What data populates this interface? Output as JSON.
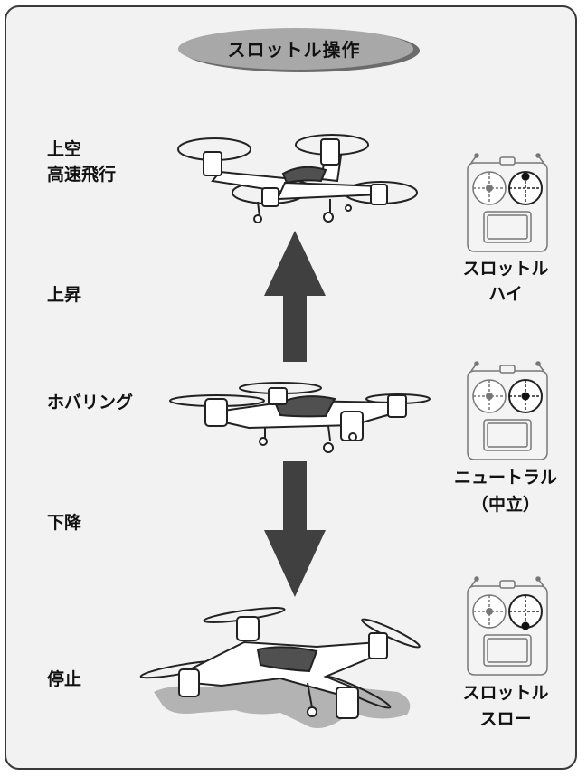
{
  "title": "スロットル操作",
  "left_labels": {
    "top_line1": "上空",
    "top_line2": "高速飛行",
    "ascend": "上昇",
    "hover": "ホバリング",
    "descend": "下降",
    "stop": "停止"
  },
  "right_labels": {
    "high_line1": "スロットル",
    "high_line2": "ハイ",
    "neutral_line1": "ニュートラル",
    "neutral_line2": "（中立）",
    "low_line1": "スロットル",
    "low_line2": "スロー"
  },
  "colors": {
    "panel_bg": "#f2f2f2",
    "pill_fill": "#a8a8a8",
    "pill_shadow": "#6b6b6b",
    "arrow": "#404040",
    "drone_body": "#ffffff",
    "drone_cover": "#505050",
    "shadow": "#b3b3b3"
  },
  "transmitter_states": [
    {
      "state": "high",
      "throttle_stick": "up"
    },
    {
      "state": "neutral",
      "throttle_stick": "center"
    },
    {
      "state": "low",
      "throttle_stick": "down"
    }
  ]
}
